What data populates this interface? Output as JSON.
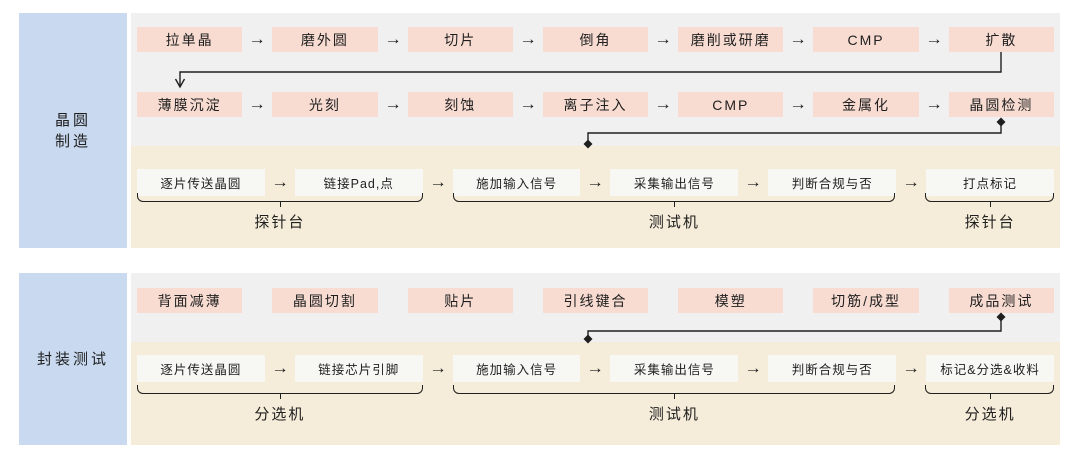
{
  "colors": {
    "blue": "#c9daf0",
    "gray": "#f0f0f0",
    "beige": "#f5ecd9",
    "pink": "#f8dcd2",
    "light": "#f7f7f4",
    "ink": "#1f1f1f"
  },
  "glyphs": {
    "arrow_right": "→"
  },
  "sections": [
    {
      "sidebar_lines": [
        "晶圆",
        "制造"
      ],
      "row1": [
        "拉单晶",
        "磨外圆",
        "切片",
        "倒角",
        "磨削或研磨",
        "CMP",
        "扩散"
      ],
      "row2": [
        "薄膜沉淀",
        "光刻",
        "刻蚀",
        "离子注入",
        "CMP",
        "金属化",
        "晶圆检测"
      ],
      "row3": [
        "逐片传送晶圆",
        "链接Pad,点",
        "施加输入信号",
        "采集输出信号",
        "判断合规与否",
        "打点标记"
      ],
      "equipment": [
        "探针台",
        "测试机",
        "探针台"
      ]
    },
    {
      "sidebar_lines": [
        "封装测试"
      ],
      "row1": [
        "背面减薄",
        "晶圆切割",
        "贴片",
        "引线键合",
        "模塑",
        "切筋/成型",
        "成品测试"
      ],
      "row2": [
        "逐片传送晶圆",
        "链接芯片引脚",
        "施加输入信号",
        "采集输出信号",
        "判断合规与否",
        "标记&分选&收料"
      ],
      "equipment": [
        "分选机",
        "测试机",
        "分选机"
      ]
    }
  ]
}
